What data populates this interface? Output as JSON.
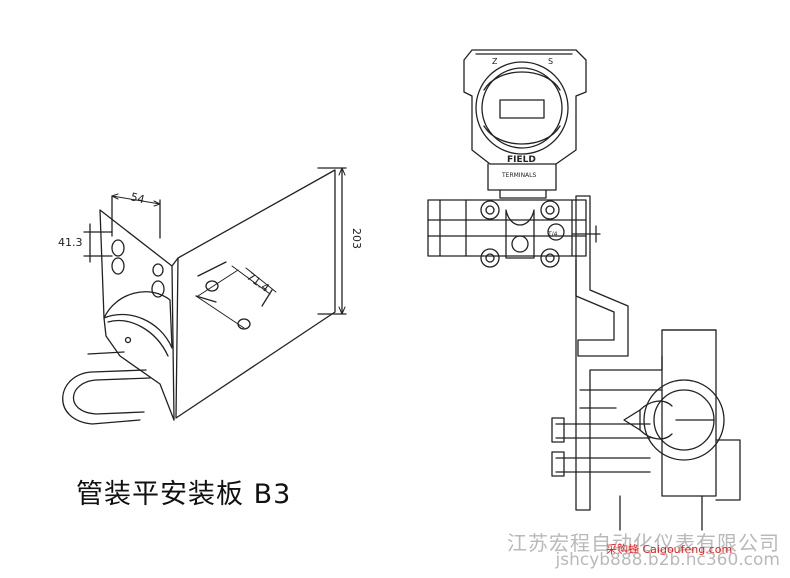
{
  "left_drawing": {
    "dim_top": "54",
    "dim_left": "41.3",
    "dim_center": "71.4",
    "dim_right": "203"
  },
  "right_drawing": {
    "terminal_label_z": "Z",
    "terminal_label_s": "S",
    "label_field": "FIELD",
    "label_terminals": "TERMINALS",
    "label_th": "T/4"
  },
  "caption": "管装平安装板 B3",
  "company": "江苏宏程自动化仪表有限公司",
  "website": "jshcyb888.b2b.hc360.com",
  "watermark": "采购蜂 Caigoufeng.com"
}
